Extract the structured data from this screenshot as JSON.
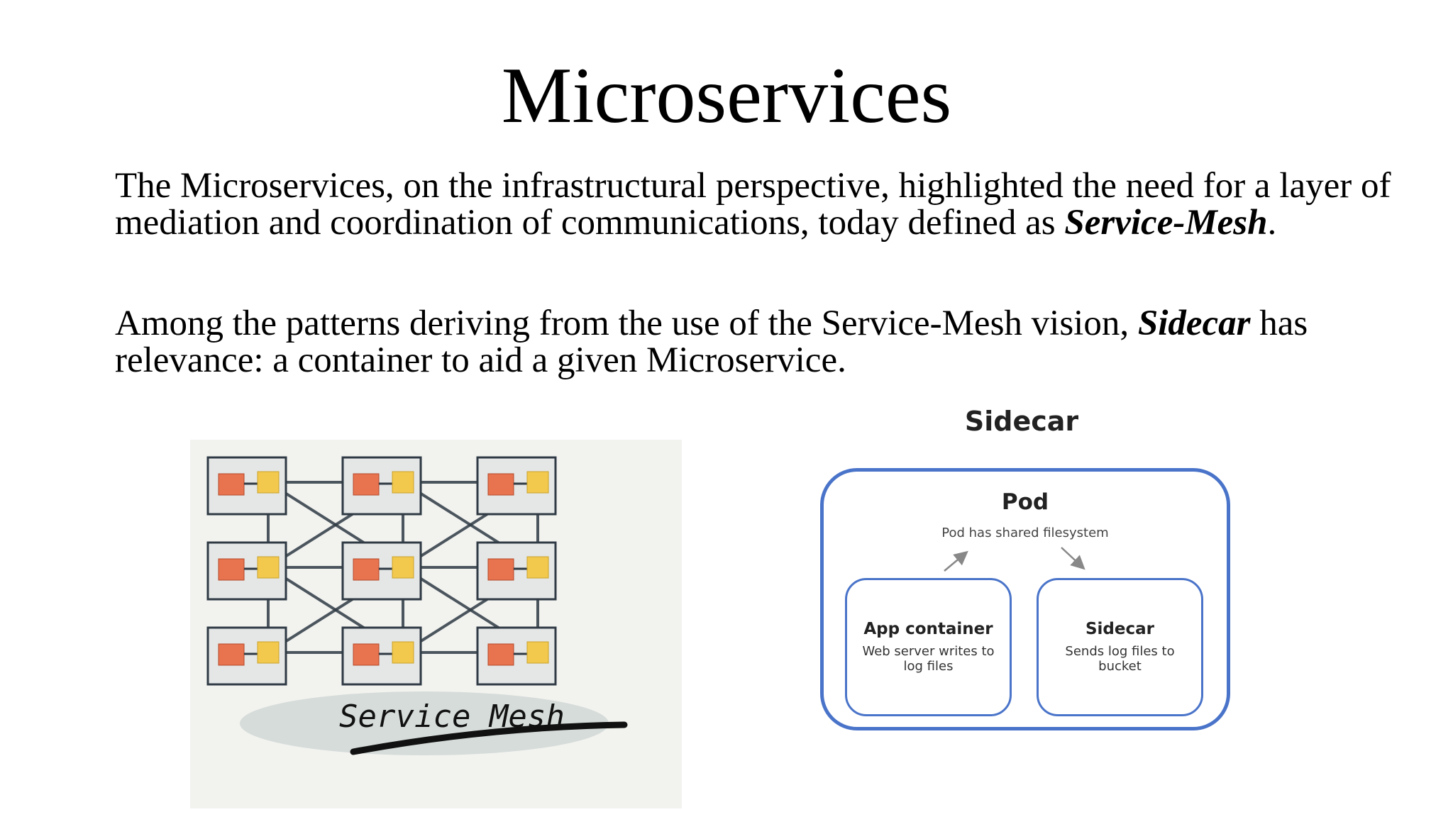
{
  "slide": {
    "title": "Microservices",
    "para1_before": "The Microservices, on the infrastructural perspective, highlighted the need for a layer of mediation and coordination of communications, today defined as ",
    "para1_emph": "Service-Mesh",
    "para1_after": ".",
    "para2_before": "Among the patterns deriving from the use of the Service-Mesh vision, ",
    "para2_emph": "Sidecar",
    "para2_after": " has relevance: a container to aid a given Microservice."
  },
  "service_mesh_image": {
    "caption": "Service Mesh",
    "colors": {
      "service": "#e8734f",
      "proxy": "#f2c94c",
      "lines": "#2f3a44"
    }
  },
  "sidecar_diagram": {
    "title": "Sidecar",
    "pod_title": "Pod",
    "pod_subtitle": "Pod has shared filesystem",
    "app_container": {
      "title": "App container",
      "desc": "Web server writes to log files"
    },
    "sidecar": {
      "title": "Sidecar",
      "desc": "Sends log files to bucket"
    },
    "accent_color": "#4a74c9"
  }
}
